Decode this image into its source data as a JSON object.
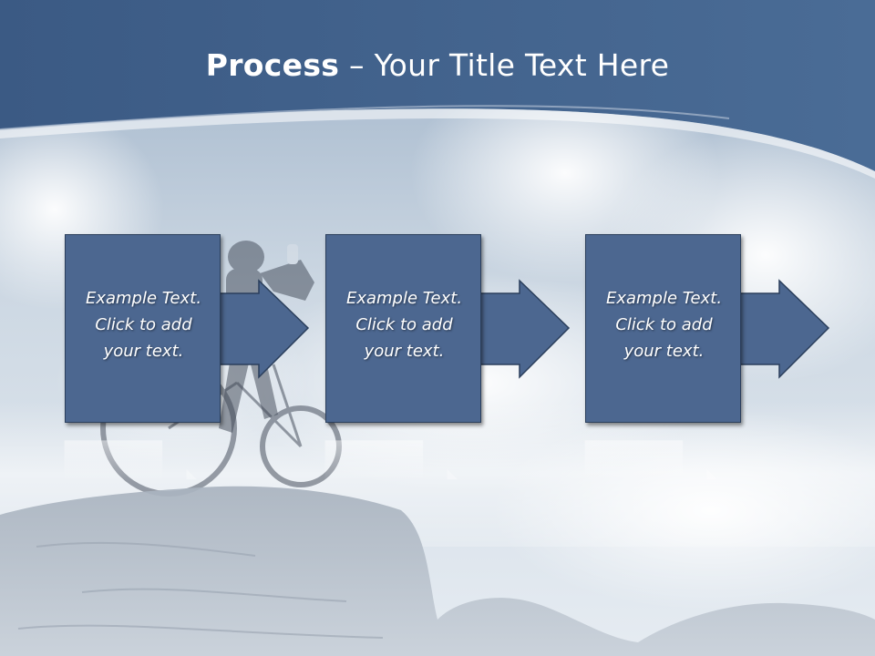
{
  "slide": {
    "title_bold": "Process",
    "title_rest": " – Your Title Text Here"
  },
  "steps": [
    {
      "line1": "Example Text.",
      "line2": "Click  to add",
      "line3": "your text."
    },
    {
      "line1": "Example Text.",
      "line2": "Click  to add",
      "line3": "your text."
    },
    {
      "line1": "Example Text.",
      "line2": "Click  to add",
      "line3": "your text."
    }
  ],
  "colors": {
    "header": "#3f5f8a",
    "box": "#4c6790",
    "arrow": "#4c6790",
    "border": "#2b3f5c"
  },
  "background_image": "mountain-biker-on-rock-icon"
}
